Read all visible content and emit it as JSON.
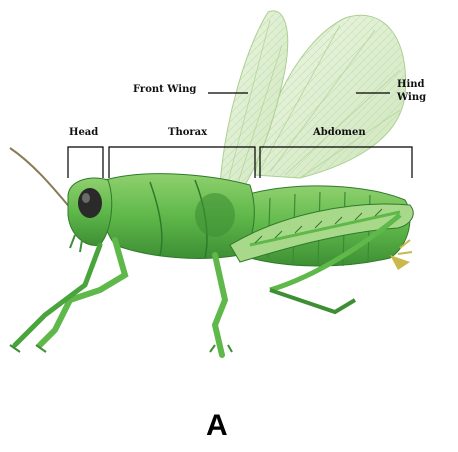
{
  "labels": {
    "head": "Head",
    "thorax": "Thorax",
    "abdomen": "Abdomen",
    "front_wing": "Front Wing",
    "hind_wing_line1": "Hind",
    "hind_wing_line2": "Wing"
  },
  "panel_label": "A",
  "colors": {
    "body_green": "#5fb84a",
    "light_green": "#a8d98a",
    "dark_green": "#2f7a2a",
    "wing": "#d8ecc8",
    "eye": "#2a2a2a"
  }
}
